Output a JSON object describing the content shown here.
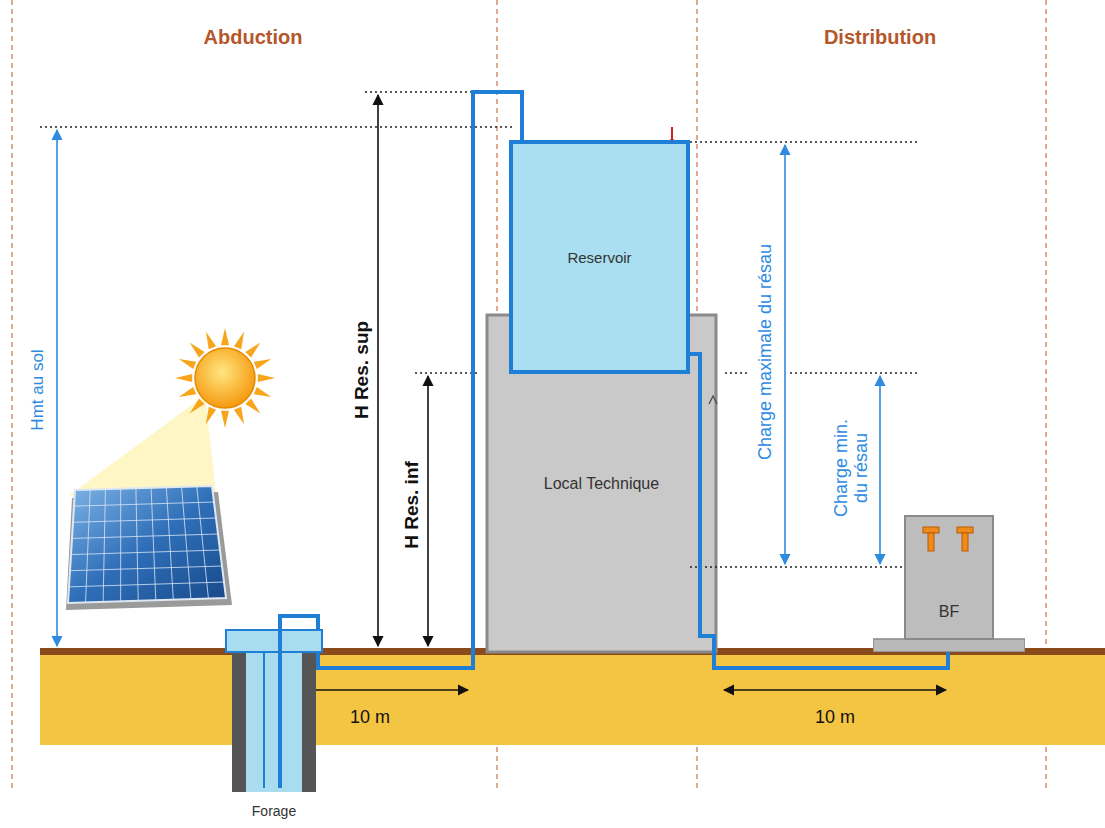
{
  "diagram": {
    "nodes": [
      {
        "text": [
          "Reservoir"
        ]
      },
      {
        "text": [
          "Local Technique"
        ]
      },
      {
        "text": [
          "BF"
        ]
      },
      {
        "text": [
          "Forage"
        ]
      }
    ],
    "edges": [
      {
        "from": 3,
        "to": 0,
        "arrow": "none"
      },
      {
        "from": 0,
        "to": 2,
        "arrow": "none"
      }
    ],
    "labels": [
      "Abduction",
      "Distribution",
      "Hmt au sol",
      "H Res. sup",
      "H Res. inf",
      "Charge maximale du résau",
      "Charge min. du résau",
      "10 m",
      "10 m"
    ]
  }
}
